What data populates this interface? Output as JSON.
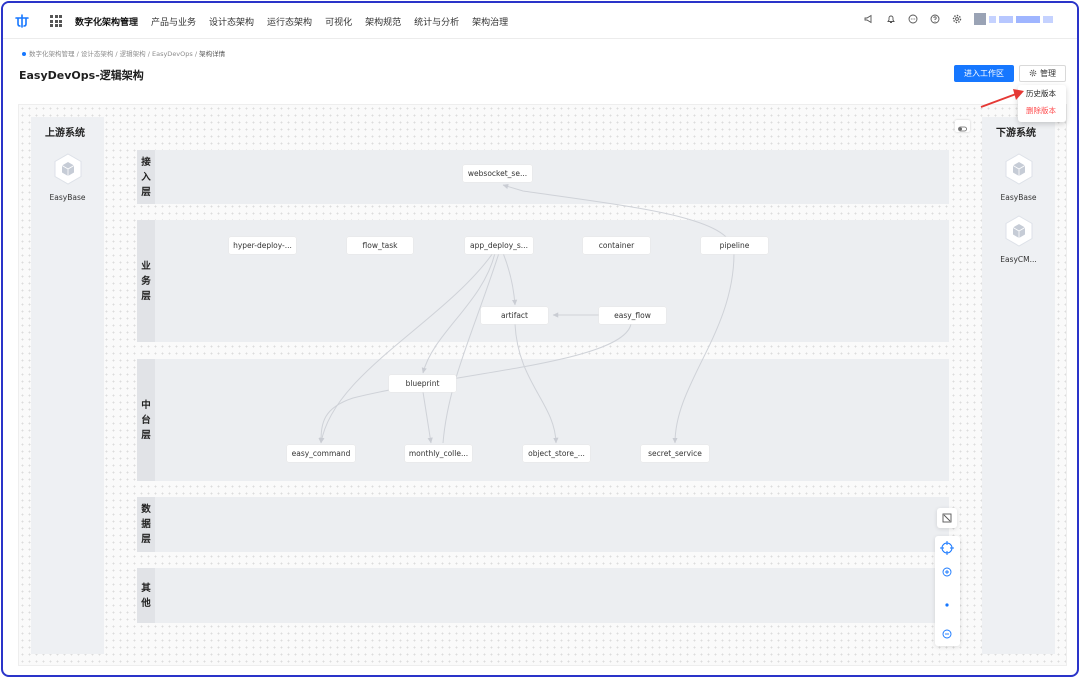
{
  "nav": {
    "menu": [
      "数字化架构管理",
      "产品与业务",
      "设计态架构",
      "运行态架构",
      "可视化",
      "架构规范",
      "统计与分析",
      "架构治理"
    ],
    "icons": [
      "megaphone-icon",
      "bell-icon",
      "message-icon",
      "help-icon",
      "gear-icon"
    ]
  },
  "breadcrumb": [
    "数字化架构管理",
    "设计态架构",
    "逻辑架构",
    "EasyDevOps",
    "架构详情"
  ],
  "page": {
    "title": "EasyDevOps-逻辑架构",
    "enter_workspace": "进入工作区",
    "manage": "管理",
    "manage_menu": {
      "history": "历史版本",
      "delete": "删除版本"
    }
  },
  "upstream": {
    "title": "上游系统",
    "systems": [
      "EasyBase"
    ]
  },
  "downstream": {
    "title": "下游系统",
    "systems": [
      "EasyBase",
      "EasyCM..."
    ]
  },
  "lanes": [
    {
      "name": "接入层",
      "chars": [
        "接",
        "入",
        "层"
      ]
    },
    {
      "name": "业务层",
      "chars": [
        "业",
        "务",
        "层"
      ]
    },
    {
      "name": "中台层",
      "chars": [
        "中",
        "台",
        "层"
      ]
    },
    {
      "name": "数据层",
      "chars": [
        "数",
        "据",
        "层"
      ]
    },
    {
      "name": "其他",
      "chars": [
        "其",
        "他"
      ]
    }
  ],
  "nodes": {
    "websocket": "websocket_se...",
    "hyper_deploy": "hyper-deploy-...",
    "flow_task": "flow_task",
    "app_deploy": "app_deploy_s...",
    "container": "container",
    "pipeline": "pipeline",
    "artifact": "artifact",
    "easy_flow": "easy_flow",
    "blueprint": "blueprint",
    "easy_command": "easy_command",
    "monthly": "monthly_colle...",
    "object_store": "object_store_...",
    "secret_service": "secret_service"
  },
  "colors": {
    "accent": "#1677ff",
    "danger": "#ff4d4f",
    "annotation": "#e53935",
    "frame": "#2a34c9"
  }
}
